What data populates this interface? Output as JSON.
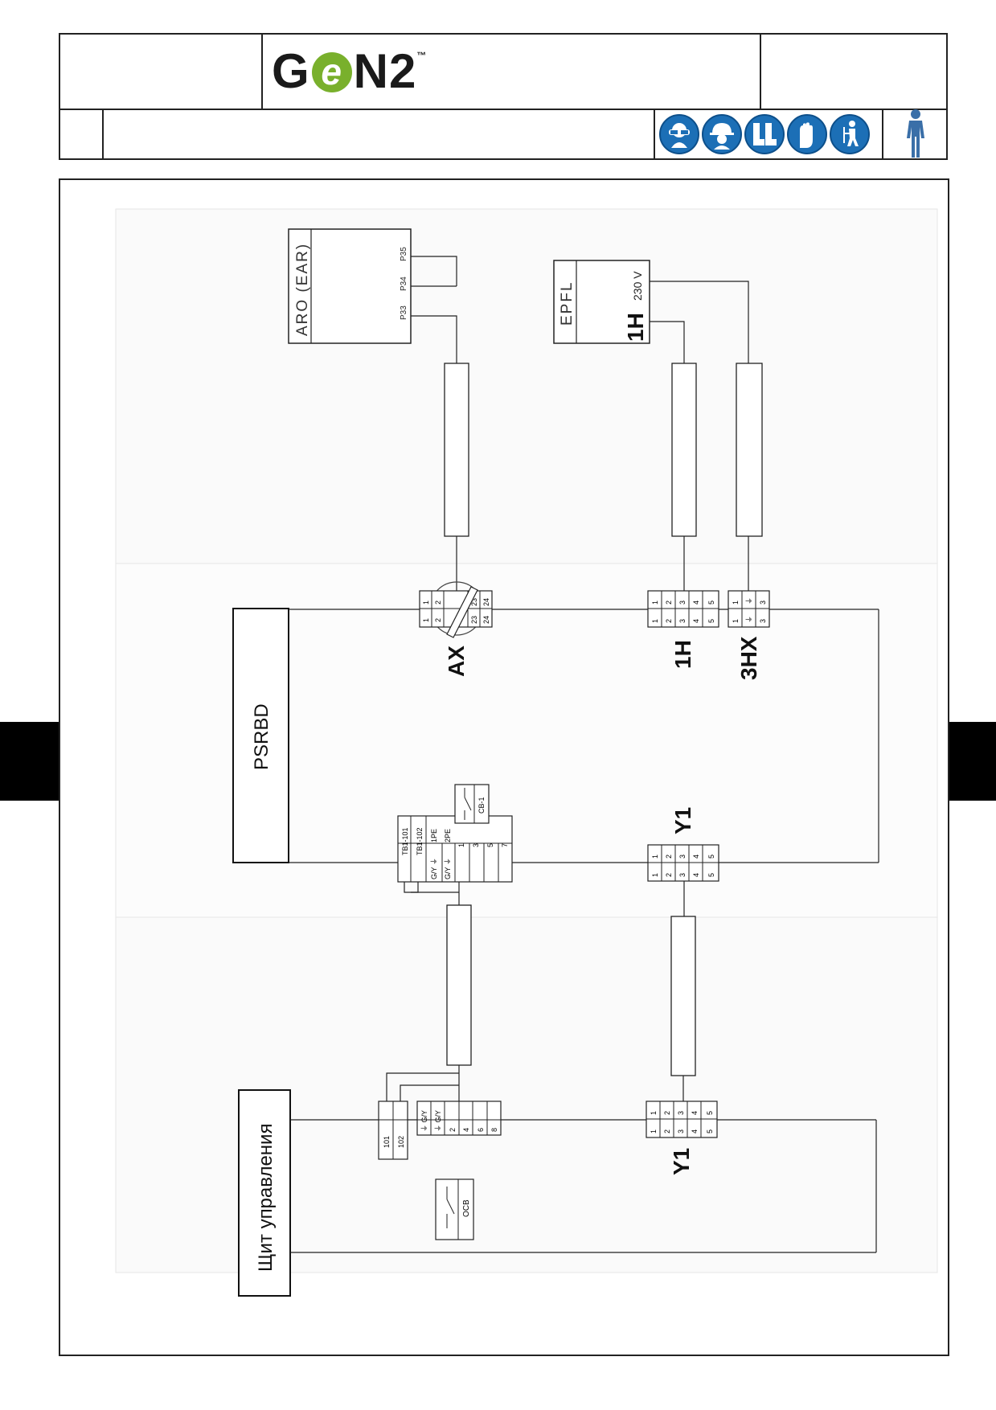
{
  "header": {
    "logo_text": "GeN2",
    "logo_tm": "™",
    "ppe_icons": [
      "safety-glasses-icon",
      "hard-hat-icon",
      "safety-boots-icon",
      "protective-gloves-icon",
      "harness-icon"
    ],
    "person_icon": "person-icon",
    "icon_color": "#1c6fb6",
    "logo_color": "#79b02c"
  },
  "diagram": {
    "aro_label": "ARO (EAR)",
    "aro_pins": [
      "P33",
      "P34",
      "P35"
    ],
    "epfl_label": "EPFL",
    "epfl_sub": "1H",
    "epfl_voltage": "230 V",
    "psrbd_label": "PSRBD",
    "control_label": "Щит управления",
    "ax_label": "AX",
    "ax_terminals_a": [
      "1",
      "2"
    ],
    "ax_terminals_b": [
      "1",
      "2"
    ],
    "ax_terminals_c": [
      "23",
      "24"
    ],
    "ax_terminals_d": [
      "23",
      "24"
    ],
    "h1_label": "1H",
    "h1_terminals": [
      "1",
      "2",
      "3",
      "4",
      "5"
    ],
    "hx3_label": "3HX",
    "hx3_terminals_a": [
      "1",
      "⏚",
      "3"
    ],
    "hx3_terminals_b": [
      "1",
      "⏚",
      "3"
    ],
    "y1_top_label": "Y1",
    "y1_bottom_label": "Y1",
    "y1_terminals": [
      "1",
      "2",
      "3",
      "4",
      "5"
    ],
    "tb_labels": [
      "TB1-101",
      "TB1-102"
    ],
    "tb_row1": [
      "1PE",
      "1",
      "3",
      "5",
      "7"
    ],
    "tb_row2_prefix": [
      "G/Y ⏚",
      "G/Y ⏚"
    ],
    "tb_row2": [
      "2PE"
    ],
    "cb_label": "CB-1",
    "ctrl_tb_a": [
      "101",
      "102"
    ],
    "ctrl_tb_b": [
      "⏚ G/Y",
      "⏚ G/Y",
      "2",
      "4",
      "6",
      "8"
    ],
    "ocb_label": "OCB"
  }
}
